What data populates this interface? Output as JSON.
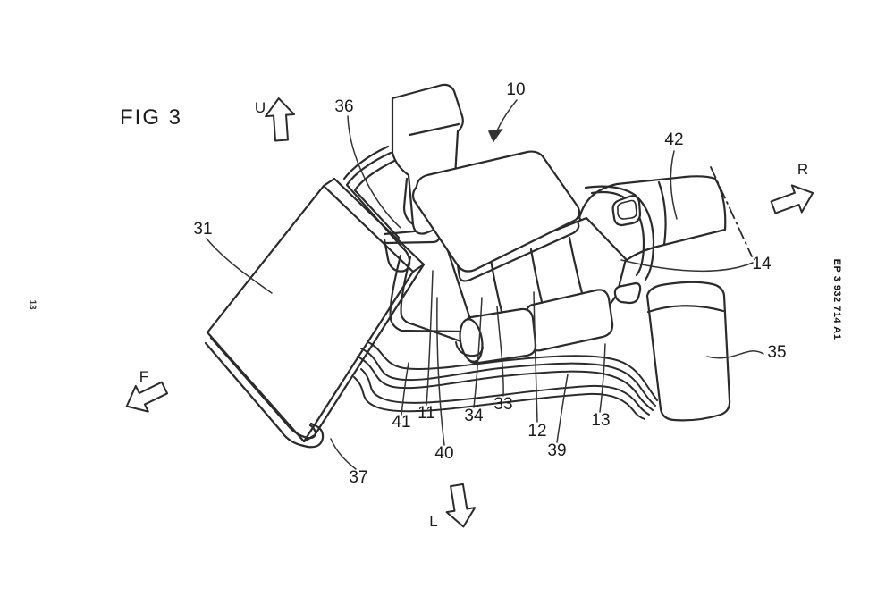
{
  "figure": {
    "title": "FIG 3"
  },
  "margins": {
    "patent_number": "EP 3 932 714 A1",
    "sheet_number": "13"
  },
  "direction_indicators": {
    "up": "U",
    "right": "R",
    "forward": "F",
    "left": "L"
  },
  "reference_labels": {
    "n10": "10",
    "n11": "11",
    "n12": "12",
    "n13": "13",
    "n14": "14",
    "n31": "31",
    "n33": "33",
    "n34": "34",
    "n35": "35",
    "n36": "36",
    "n37": "37",
    "n39": "39",
    "n40": "40",
    "n41": "41",
    "n42": "42"
  }
}
